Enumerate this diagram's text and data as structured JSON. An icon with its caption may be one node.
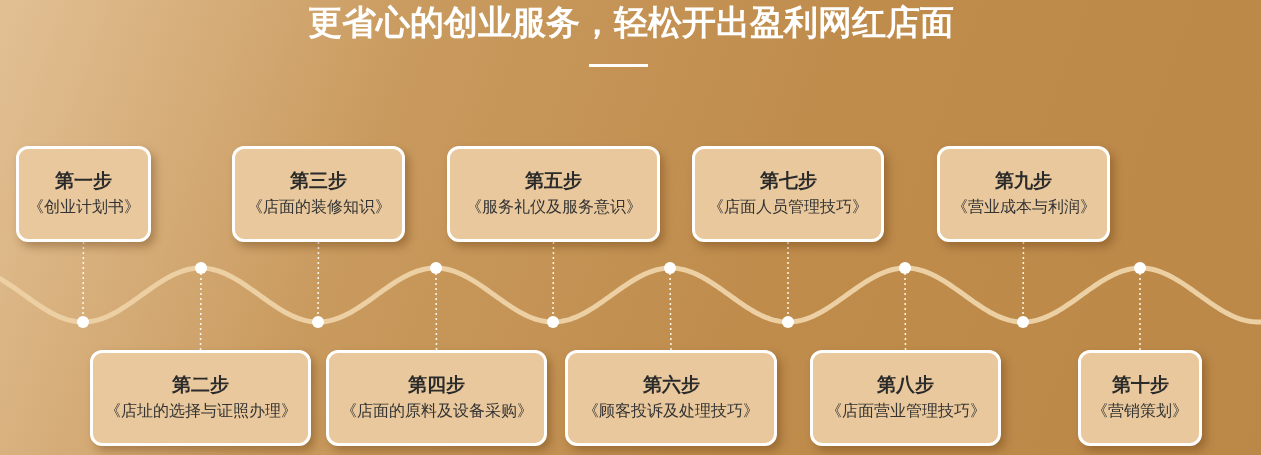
{
  "diagram": {
    "title": "更省心的创业服务，轻松开出盈利网红店面",
    "nodes": [
      {
        "text": [
          "第一步",
          "《创业计划书》"
        ]
      },
      {
        "text": [
          "第二步",
          "《店址的选择与证照办理》"
        ]
      },
      {
        "text": [
          "第三步",
          "《店面的装修知识》"
        ]
      },
      {
        "text": [
          "第四步",
          "《店面的原料及设备采购》"
        ]
      },
      {
        "text": [
          "第五步",
          "《服务礼仪及服务意识》"
        ]
      },
      {
        "text": [
          "第六步",
          "《顾客投诉及处理技巧》"
        ]
      },
      {
        "text": [
          "第七步",
          "《店面人员管理技巧》"
        ]
      },
      {
        "text": [
          "第八步",
          "《店面营业管理技巧》"
        ]
      },
      {
        "text": [
          "第九步",
          "《营业成本与利润》"
        ]
      },
      {
        "text": [
          "第十步",
          "《营销策划》"
        ]
      },
      {
        "text": [],
        "shape": "circle"
      },
      {
        "text": [],
        "shape": "circle"
      },
      {
        "text": [],
        "shape": "circle"
      },
      {
        "text": [],
        "shape": "circle"
      },
      {
        "text": [],
        "shape": "circle"
      },
      {
        "text": [],
        "shape": "circle"
      },
      {
        "text": [],
        "shape": "circle"
      },
      {
        "text": [],
        "shape": "circle"
      },
      {
        "text": [],
        "shape": "circle"
      },
      {
        "text": [],
        "shape": "circle"
      }
    ],
    "edges": [
      {
        "from": 0,
        "to": 10,
        "arrow": "none",
        "style": "dashed"
      },
      {
        "from": 1,
        "to": 11,
        "arrow": "none",
        "style": "dashed"
      },
      {
        "from": 2,
        "to": 12,
        "arrow": "none",
        "style": "dashed"
      },
      {
        "from": 3,
        "to": 13,
        "arrow": "none",
        "style": "dashed"
      },
      {
        "from": 4,
        "to": 14,
        "arrow": "none",
        "style": "dashed"
      },
      {
        "from": 5,
        "to": 15,
        "arrow": "none",
        "style": "dashed"
      },
      {
        "from": 6,
        "to": 16,
        "arrow": "none",
        "style": "dashed"
      },
      {
        "from": 7,
        "to": 17,
        "arrow": "none",
        "style": "dashed"
      },
      {
        "from": 8,
        "to": 18,
        "arrow": "none",
        "style": "dashed"
      },
      {
        "from": 9,
        "to": 19,
        "arrow": "none",
        "style": "dashed"
      }
    ]
  }
}
